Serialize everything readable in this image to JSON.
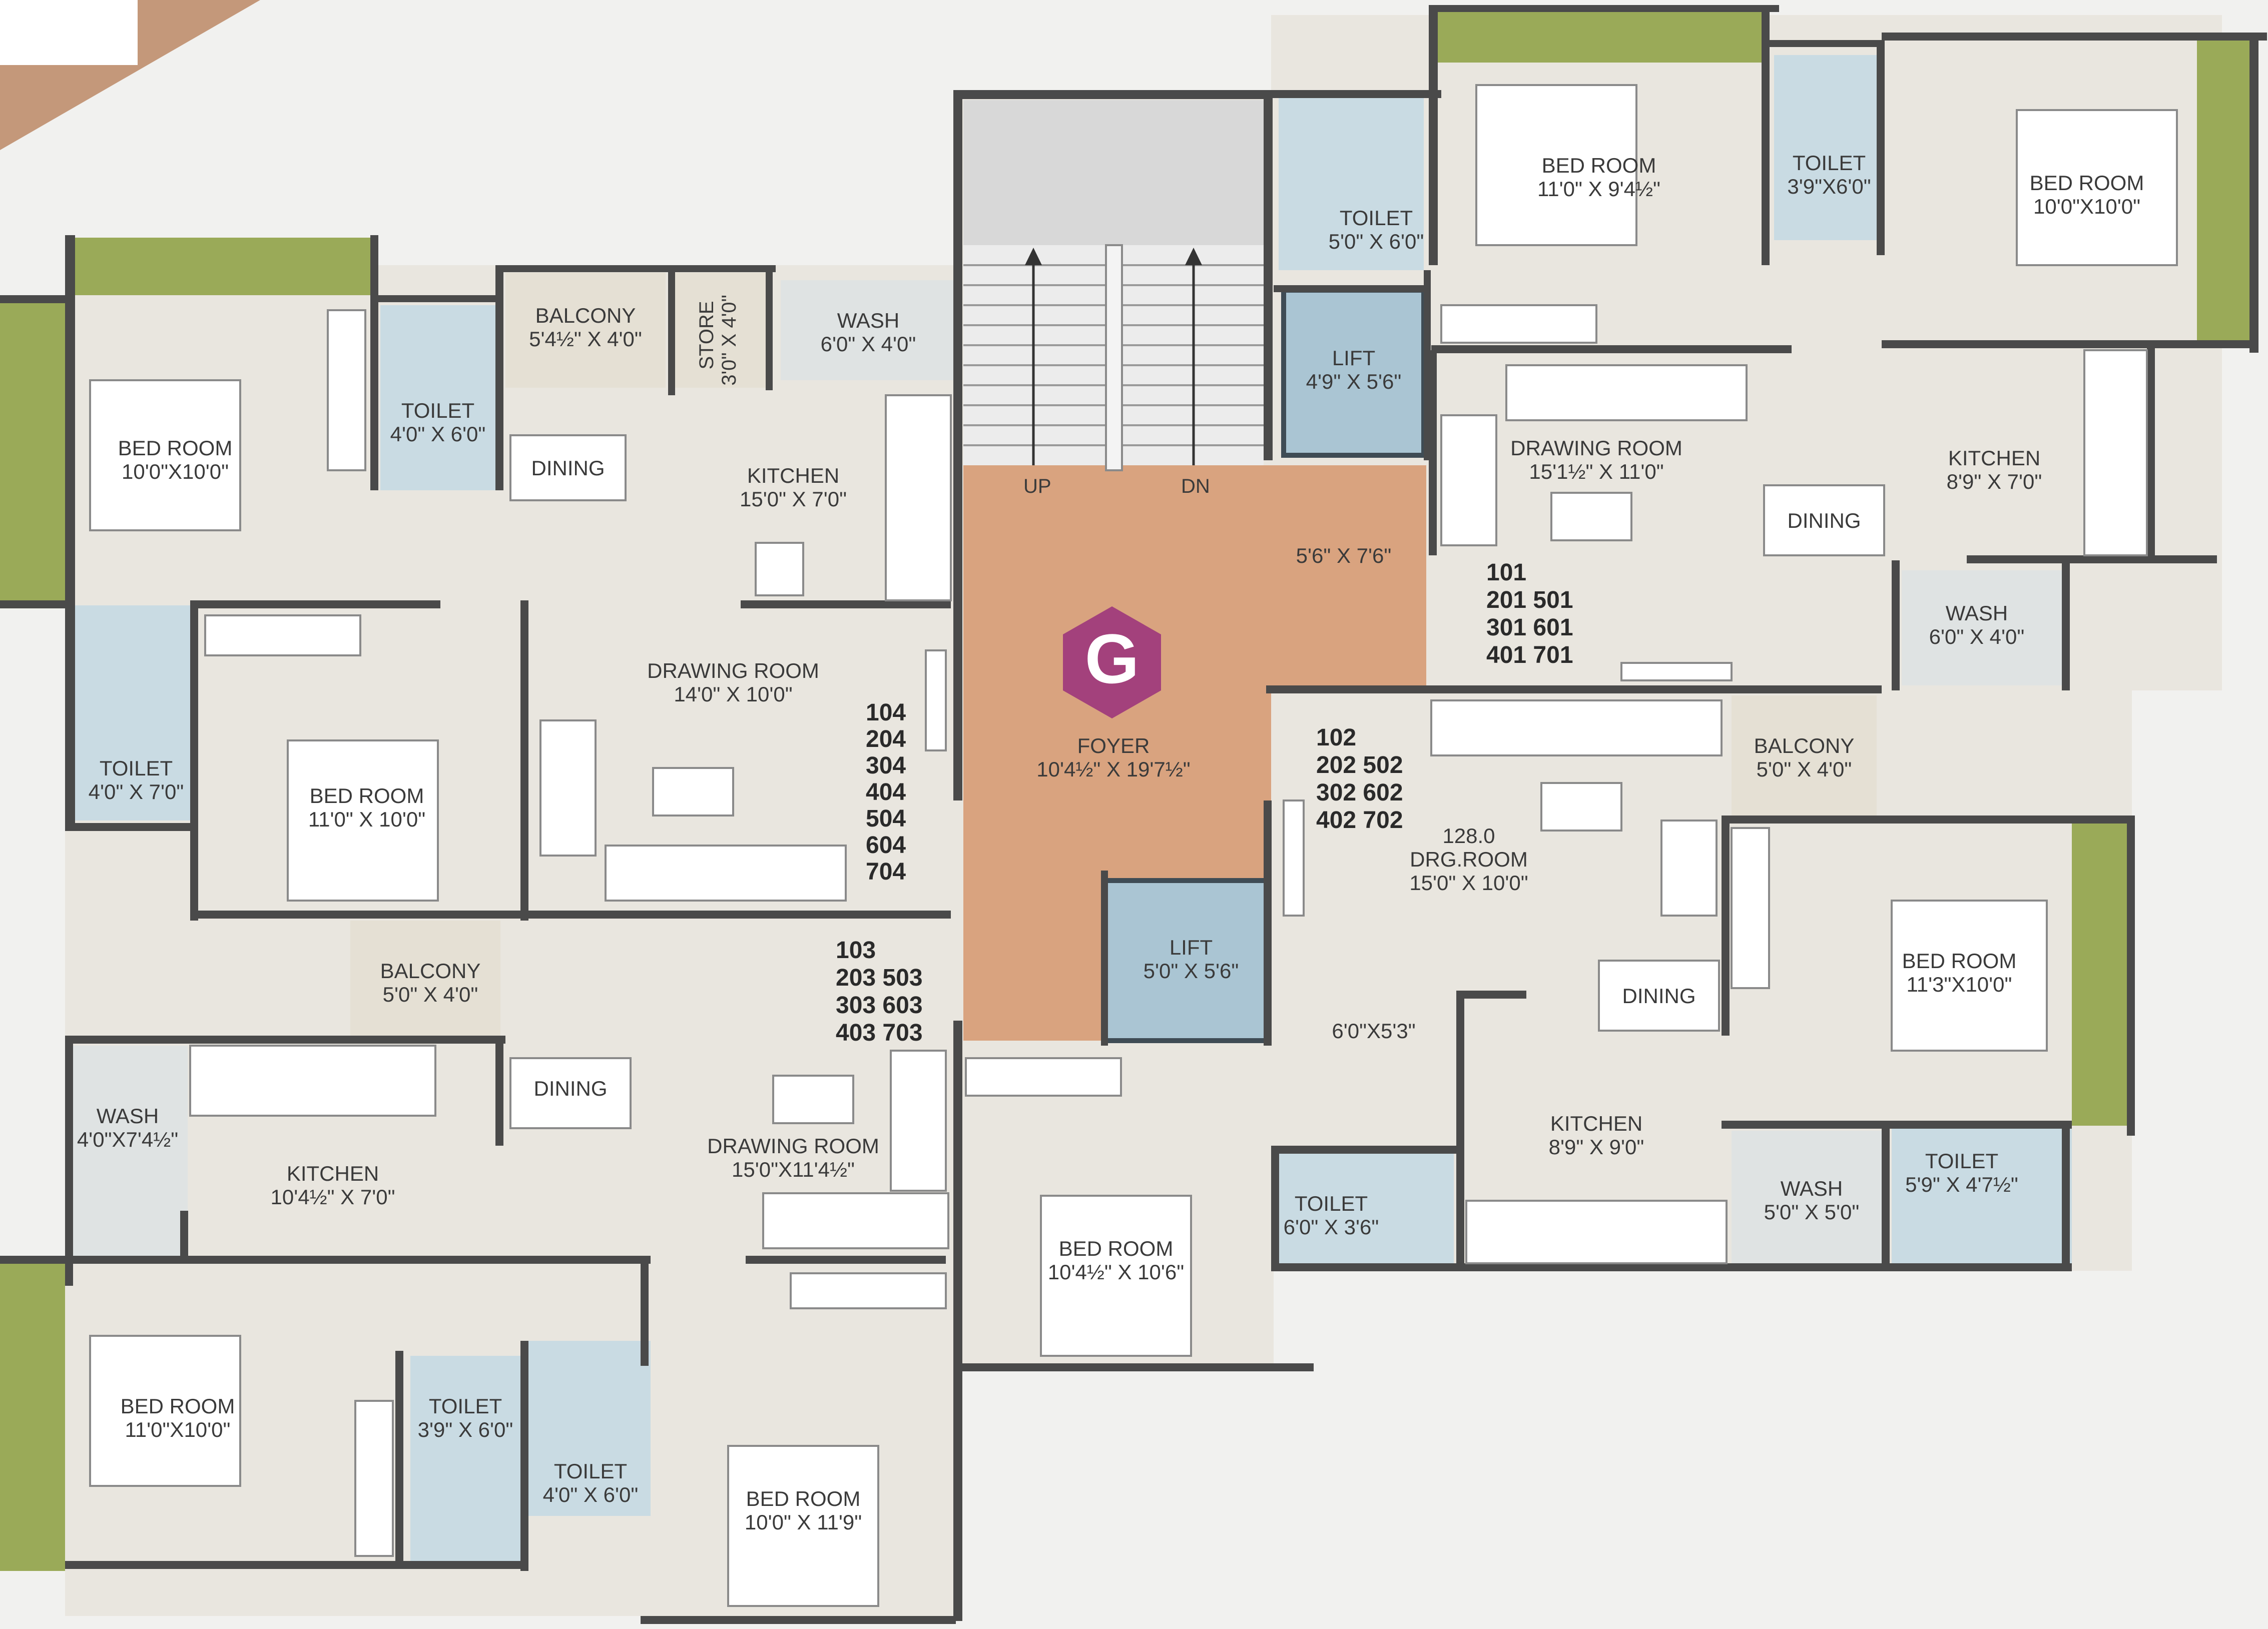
{
  "colors": {
    "background": "#f1f1ef",
    "floor": "#e9e6df",
    "foyer": "#d9a37f",
    "wall": "#4a4a4a",
    "lift": "#aac5d3",
    "toilet_tile": "#c9dbe3",
    "garden": "#9aaa58",
    "logo": "#a3417c",
    "corner": "#c4987a"
  },
  "logo": {
    "letter": "G"
  },
  "stairs": {
    "up": "UP",
    "down": "DN"
  },
  "core": {
    "foyer": {
      "name": "FOYER",
      "size": "10'4½\" X 19'7½\""
    },
    "foyer_ext": {
      "size": "5'6\" X 7'6\""
    },
    "lift1": {
      "name": "LIFT",
      "size": "4'9\" X 5'6\""
    },
    "lift2": {
      "name": "LIFT",
      "size": "5'0\" X 5'6\""
    }
  },
  "flat101": {
    "numbers": [
      "101",
      "201 501",
      "301 601",
      "401 701"
    ],
    "bed_a": {
      "name": "BED ROOM",
      "size": "11'0\" X 9'4½\""
    },
    "bed_b": {
      "name": "BED ROOM",
      "size": "10'0\"X10'0\""
    },
    "toilet_a": {
      "name": "TOILET",
      "size": "5'0\" X 6'0\""
    },
    "toilet_b": {
      "name": "TOILET",
      "size": "3'9\"X6'0\""
    },
    "drawing": {
      "name": "DRAWING ROOM",
      "size": "15'1½\" X 11'0\""
    },
    "kitchen": {
      "name": "KITCHEN",
      "size": "8'9\" X 7'0\""
    },
    "dining": "DINING",
    "wash": {
      "name": "WASH",
      "size": "6'0\" X 4'0\""
    }
  },
  "flat102": {
    "numbers": [
      "102",
      "202 502",
      "302 602",
      "402 702"
    ],
    "area": "128.0",
    "drg": {
      "name": "DRG.ROOM",
      "size": "15'0\" X 10'0\""
    },
    "balcony": {
      "name": "BALCONY",
      "size": "5'0\" X 4'0\""
    },
    "bed_a": {
      "name": "BED ROOM",
      "size": "11'3\"X10'0\""
    },
    "bed_b": {
      "name": "BED ROOM",
      "size": "10'4½\" X 10'6\""
    },
    "dining": "DINING",
    "passage": {
      "size": "6'0\"X5'3\""
    },
    "kitchen": {
      "name": "KITCHEN",
      "size": "8'9\" X 9'0\""
    },
    "wash": {
      "name": "WASH",
      "size": "5'0\" X 5'0\""
    },
    "toilet_a": {
      "name": "TOILET",
      "size": "5'9\" X 4'7½\""
    },
    "toilet_b": {
      "name": "TOILET",
      "size": "6'0\" X 3'6\""
    }
  },
  "flat103": {
    "numbers": [
      "103",
      "203 503",
      "303 603",
      "403 703"
    ],
    "balcony": {
      "name": "BALCONY",
      "size": "5'0\" X 4'0\""
    },
    "wash": {
      "name": "WASH",
      "size": "4'0\"X7'4½\""
    },
    "kitchen": {
      "name": "KITCHEN",
      "size": "10'4½\" X 7'0\""
    },
    "dining": "DINING",
    "drawing": {
      "name": "DRAWING ROOM",
      "size": "15'0\"X11'4½\""
    },
    "bed_a": {
      "name": "BED ROOM",
      "size": "11'0\"X10'0\""
    },
    "bed_b": {
      "name": "BED ROOM",
      "size": "10'0\" X 11'9\""
    },
    "toilet_a": {
      "name": "TOILET",
      "size": "3'9\" X 6'0\""
    },
    "toilet_b": {
      "name": "TOILET",
      "size": "4'0\" X 6'0\""
    }
  },
  "flat104": {
    "numbers": [
      "104",
      "204",
      "304",
      "404",
      "504",
      "604",
      "704"
    ],
    "bed_a": {
      "name": "BED ROOM",
      "size": "10'0\"X10'0\""
    },
    "toilet_a": {
      "name": "TOILET",
      "size": "4'0\" X 6'0\""
    },
    "balcony": {
      "name": "BALCONY",
      "size": "5'4½\" X 4'0\""
    },
    "store": {
      "name": "STORE",
      "size": "3'0\" X 4'0\""
    },
    "wash": {
      "name": "WASH",
      "size": "6'0\" X 4'0\""
    },
    "dining": "DINING",
    "kitchen": {
      "name": "KITCHEN",
      "size": "15'0\" X 7'0\""
    },
    "drawing": {
      "name": "DRAWING ROOM",
      "size": "14'0\" X 10'0\""
    },
    "toilet_b": {
      "name": "TOILET",
      "size": "4'0\" X 7'0\""
    },
    "bed_b": {
      "name": "BED ROOM",
      "size": "11'0\" X 10'0\""
    }
  }
}
